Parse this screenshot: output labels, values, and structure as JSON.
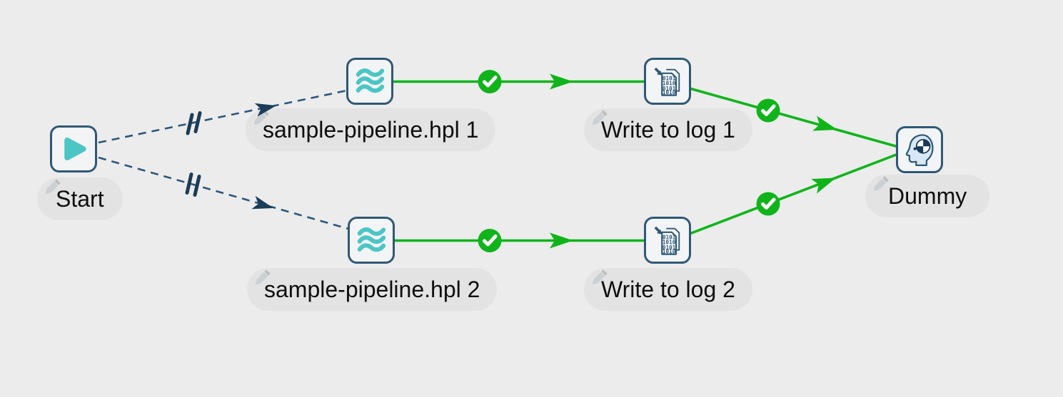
{
  "app": {
    "view": "workflow-canvas"
  },
  "colors": {
    "background": "#ececec",
    "pill_background": "#e3e3e3",
    "node_border": "#2f5876",
    "node_fill": "#f2f4f6",
    "teal_accent": "#4cc5c5",
    "success_green": "#10b41a",
    "hop_dashed": "#2d567a",
    "hop_arrow_dark": "#1c3c57",
    "label_text": "#0e0e0e"
  },
  "nodes": {
    "start": {
      "label": "Start",
      "type": "start"
    },
    "pipeline1": {
      "label": "sample-pipeline.hpl 1",
      "type": "pipeline"
    },
    "pipeline2": {
      "label": "sample-pipeline.hpl 2",
      "type": "pipeline"
    },
    "log1": {
      "label": "Write to log 1",
      "type": "write-to-log"
    },
    "log2": {
      "label": "Write to log 2",
      "type": "write-to-log"
    },
    "dummy": {
      "label": "Dummy",
      "type": "dummy"
    }
  },
  "log_icon": {
    "binary_rows": [
      "0101",
      "1010",
      "0101",
      "1010"
    ]
  },
  "connections": [
    {
      "from": "start",
      "to": "pipeline1",
      "style": "dashed",
      "parallel": true,
      "status": null
    },
    {
      "from": "start",
      "to": "pipeline2",
      "style": "dashed",
      "parallel": true,
      "status": null
    },
    {
      "from": "pipeline1",
      "to": "log1",
      "style": "solid",
      "parallel": false,
      "status": "success"
    },
    {
      "from": "pipeline2",
      "to": "log2",
      "style": "solid",
      "parallel": false,
      "status": "success"
    },
    {
      "from": "log1",
      "to": "dummy",
      "style": "solid",
      "parallel": false,
      "status": "success"
    },
    {
      "from": "log2",
      "to": "dummy",
      "style": "solid",
      "parallel": false,
      "status": "success"
    }
  ]
}
